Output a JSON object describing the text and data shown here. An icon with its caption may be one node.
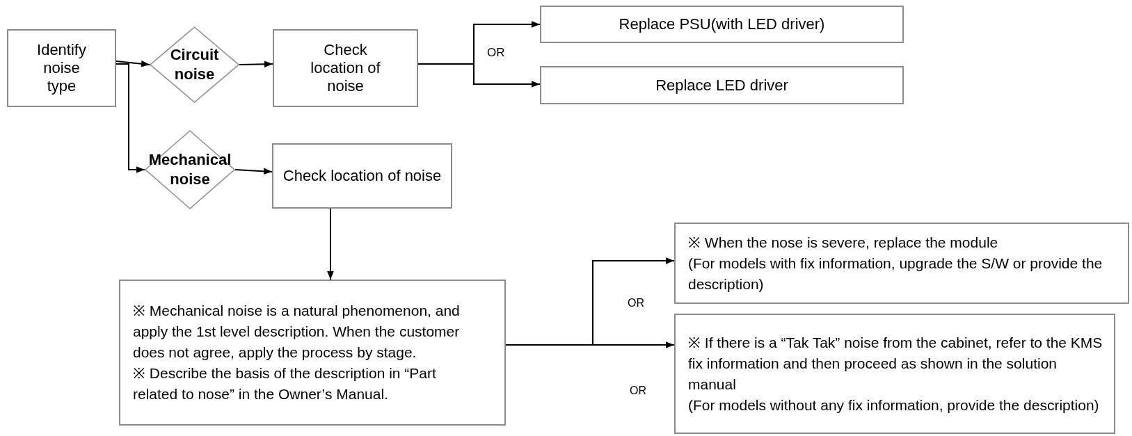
{
  "diagram": {
    "nodes": [
      {
        "text": [
          "Identify noise type"
        ]
      },
      {
        "text": [
          "Circuit noise"
        ]
      },
      {
        "text": [
          "Check location of noise"
        ]
      },
      {
        "text": [
          "Replace PSU(with LED driver)"
        ]
      },
      {
        "text": [
          "Replace LED driver"
        ]
      },
      {
        "text": [
          "Mechanical noise"
        ]
      },
      {
        "text": [
          "Check location of noise"
        ]
      },
      {
        "text": [
          "※ Mechanical noise is a natural phenomenon, and apply the 1st level description. When the customer does not agree, apply the process by stage.",
          "※ Describe the basis of the description in “Part related to nose” in the Owner’s Manual."
        ]
      },
      {
        "text": [
          "※ When the nose is severe, replace the module",
          "(For models with fix information, upgrade the S/W or provide the description)"
        ]
      },
      {
        "text": [
          "※ If there is a “Tak Tak” noise from the cabinet, refer to the KMS fix information and then proceed as shown in the solution manual",
          "(For models without any fix information, provide the description)"
        ]
      }
    ],
    "edges": [
      {
        "from": 0,
        "to": 1,
        "arrow": "to"
      },
      {
        "from": 0,
        "to": 5,
        "arrow": "to"
      },
      {
        "from": 1,
        "to": 2,
        "arrow": "to"
      },
      {
        "from": 2,
        "to": 3,
        "arrow": "to"
      },
      {
        "from": 2,
        "to": 4,
        "arrow": "to"
      },
      {
        "from": 5,
        "to": 6,
        "arrow": "to"
      },
      {
        "from": 6,
        "to": 7,
        "arrow": "to"
      },
      {
        "from": 7,
        "to": 8,
        "arrow": "to"
      },
      {
        "from": 7,
        "to": 9,
        "arrow": "to"
      }
    ],
    "labels": [
      "OR",
      "OR",
      "OR"
    ]
  }
}
